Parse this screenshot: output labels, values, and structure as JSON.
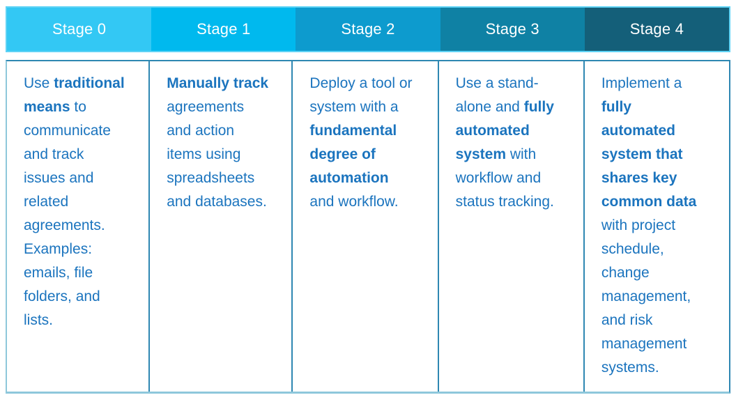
{
  "colors": {
    "header_text": "#FFFFFF",
    "header_outline": "#5FD3F5",
    "body_text": "#1B74BE",
    "grid_dark": "#2E87B2",
    "outer_light": "#8EC7DB"
  },
  "stages": [
    {
      "label": "Stage 0",
      "color": "#33C8F4",
      "description": [
        {
          "text": "Use ",
          "bold": false
        },
        {
          "text": "traditional means",
          "bold": true
        },
        {
          "text": " to communicate and track issues and related agreements. Examples: emails, file folders, and lists.",
          "bold": false
        }
      ]
    },
    {
      "label": "Stage 1",
      "color": "#00B9EE",
      "description": [
        {
          "text": "Manually track",
          "bold": true
        },
        {
          "text": " agreements and action items using spreadsheets and databases.",
          "bold": false
        }
      ]
    },
    {
      "label": "Stage 2",
      "color": "#0D9BCE",
      "description": [
        {
          "text": "Deploy a tool or system with a ",
          "bold": false
        },
        {
          "text": "fundamental degree of automation",
          "bold": true
        },
        {
          "text": " and workflow.",
          "bold": false
        }
      ]
    },
    {
      "label": "Stage 3",
      "color": "#0F81A4",
      "description": [
        {
          "text": "Use a stand-alone and ",
          "bold": false
        },
        {
          "text": "fully automated system",
          "bold": true
        },
        {
          "text": " with workflow and status tracking.",
          "bold": false
        }
      ]
    },
    {
      "label": "Stage 4",
      "color": "#145F79",
      "description": [
        {
          "text": "Implement a ",
          "bold": false
        },
        {
          "text": "fully automated system that shares key common data",
          "bold": true
        },
        {
          "text": " with project schedule, change management, and risk management systems.",
          "bold": false
        }
      ]
    }
  ]
}
